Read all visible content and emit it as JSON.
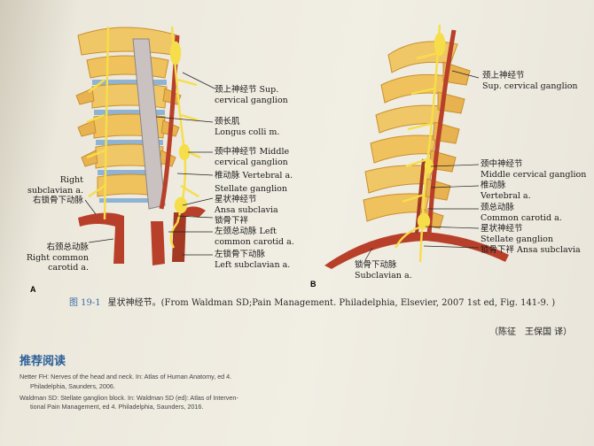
{
  "figure": {
    "panel_a": "A",
    "panel_b": "B",
    "labels_a": {
      "sup_cn": "颈上神经节 Sup.",
      "sup_en": "cervical ganglion",
      "longus_cn": "颈长肌",
      "longus_en": "Longus colli m.",
      "middle_cn": "颈中神经节 Middle",
      "middle_en": "cervical ganglion",
      "vert": "椎动脉 Vertebral a.",
      "stellate_en": "Stellate ganglion",
      "stellate_cn": "星状神经节",
      "ansa_en": "Ansa subclavia",
      "ansa_cn": "锁骨下袢",
      "lcc_cn": "左颈总动脉 Left",
      "lcc_en": "common carotid a.",
      "lsub_cn": "左锁骨下动脉",
      "lsub_en": "Left subclavian a.",
      "rsub_en1": "Right",
      "rsub_en2": "subclavian a.",
      "rsub_cn": "右锁骨下动脉",
      "rcc_cn": "右颈总动脉",
      "rcc_en1": "Right common",
      "rcc_en2": "carotid a."
    },
    "labels_b": {
      "sup_cn": "颈上神经节",
      "sup_en": "Sup. cervical ganglion",
      "middle_cn": "颈中神经节",
      "middle_en": "Middle cervical ganglion",
      "vert_cn": "椎动脉",
      "vert_en": "Vertebral a.",
      "cc_cn": "颈总动脉",
      "cc_en": "Common carotid a.",
      "stellate_cn": "星状神经节",
      "stellate_en": "Stellate ganglion",
      "ansa": "锁骨下袢 Ansa subclavia",
      "sub_cn": "锁骨下动脉",
      "sub_en": "Subclavian a."
    }
  },
  "caption": {
    "number": "图 19-1",
    "text": "星状神经节。(From Waldman SD;Pain Management. Philadelphia, Elsevier, 2007 1st ed, Fig. 141-9. )"
  },
  "translators": "（陈征　王保国 译）",
  "reading": {
    "title": "推荐阅读",
    "ref1_a": "Netter FH: Nerves of the head and neck. In: Atlas of Human Anatomy, ed 4.",
    "ref1_b": "Philadelphia, Saunders, 2006.",
    "ref2_a": "Waldman SD: Stellate ganglion block. In: Waldman SD (ed): Atlas of Interven-",
    "ref2_b": "tional Pain Management, ed 4. Philadelphia, Saunders, 2016."
  },
  "colors": {
    "bone": "#f0c766",
    "bone_shadow": "#d49a3a",
    "artery": "#b8402a",
    "disc": "#8fb3d4",
    "nerve": "#f6de4a",
    "link": "#2b5f99"
  }
}
